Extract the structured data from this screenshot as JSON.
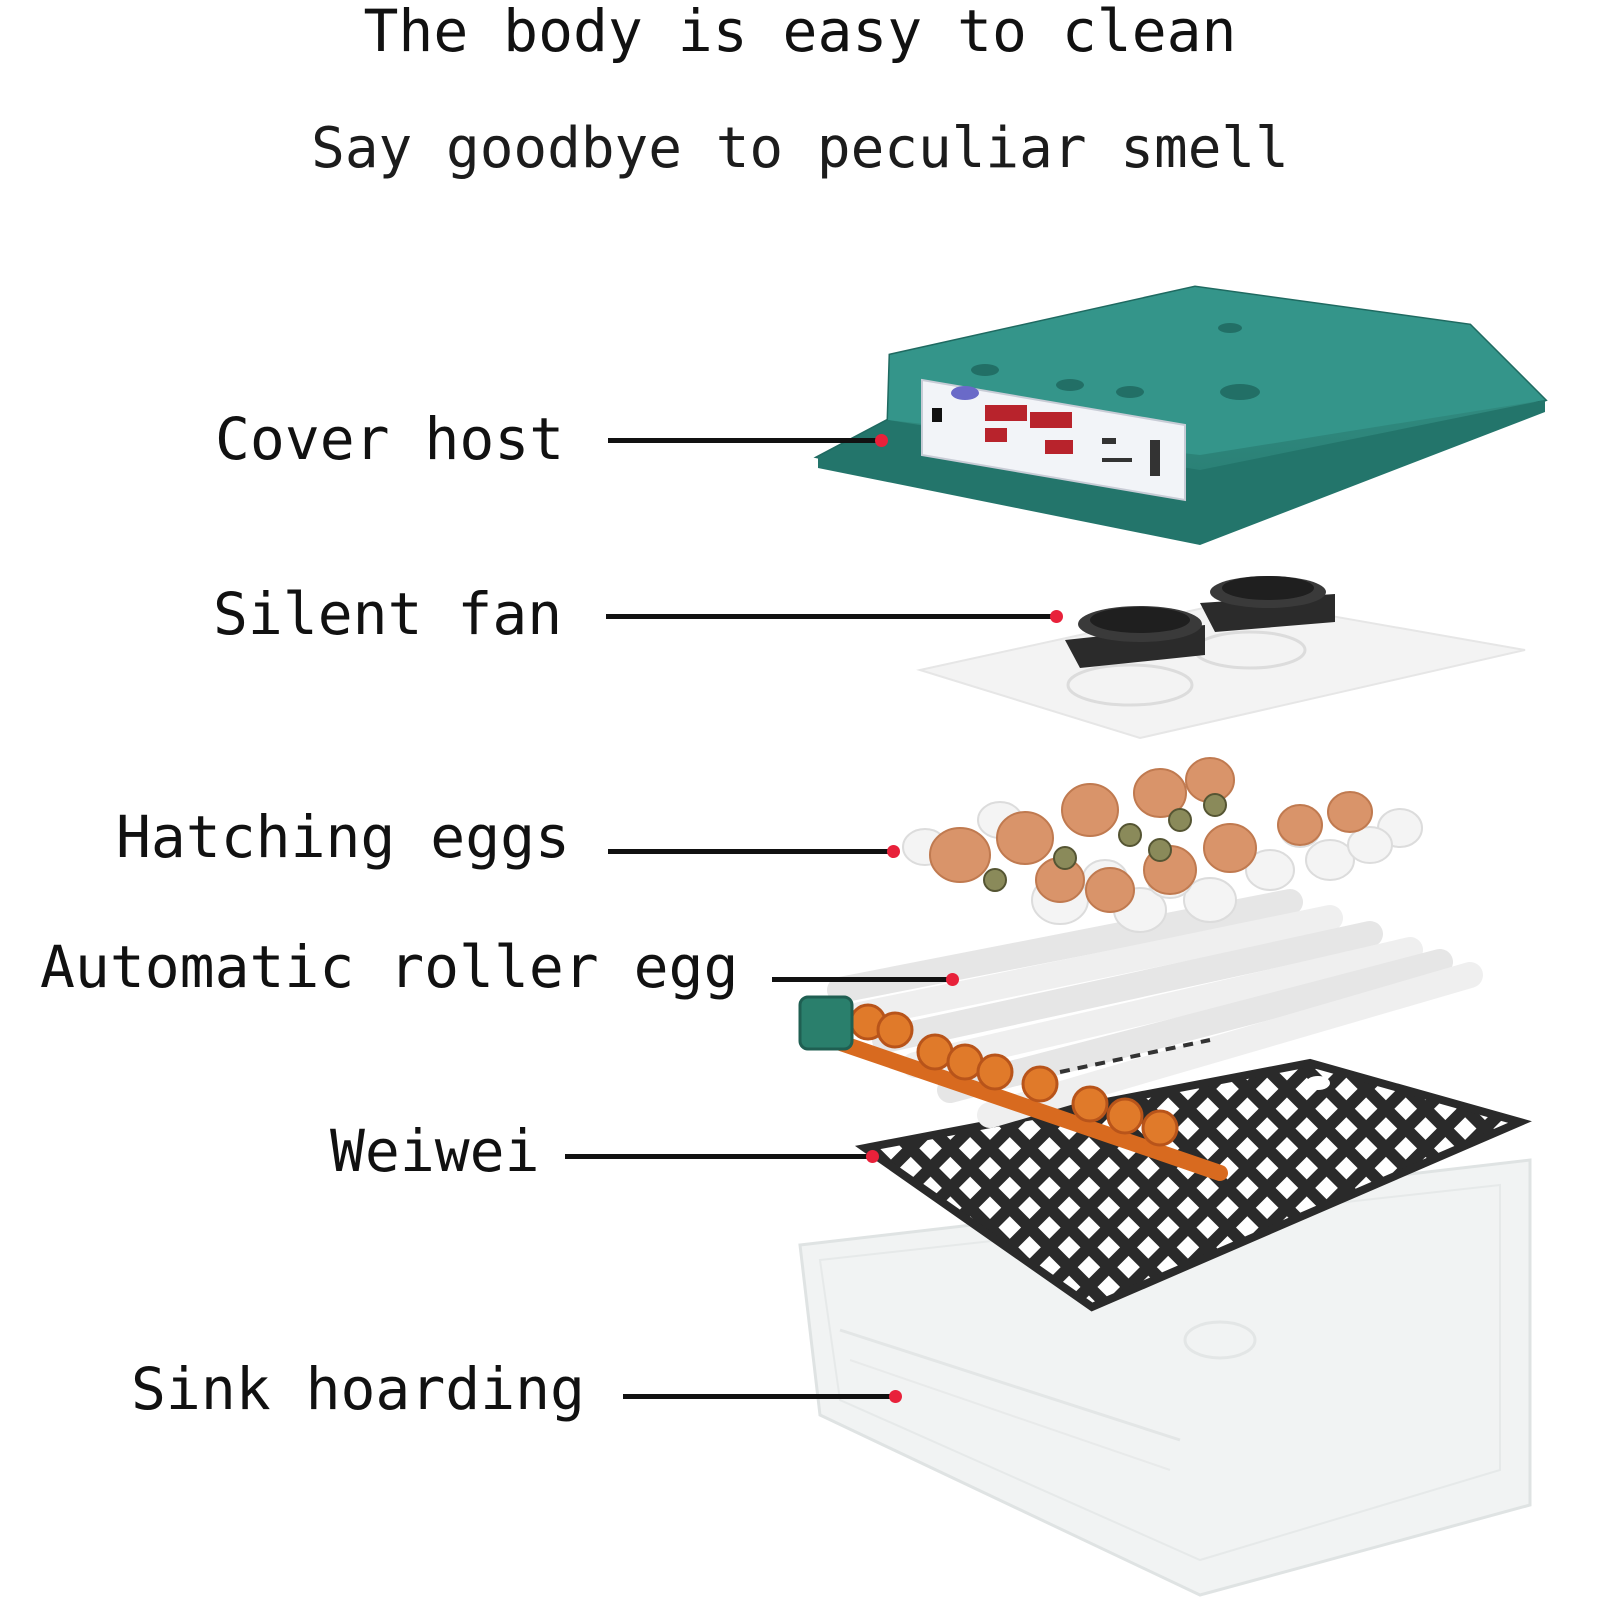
{
  "heading": {
    "title": "The body is easy to clean",
    "subtitle": "Say goodbye to peculiar smell"
  },
  "callouts": [
    {
      "id": "cover-host",
      "label": "Cover host"
    },
    {
      "id": "silent-fan",
      "label": "Silent fan"
    },
    {
      "id": "hatching-eggs",
      "label": "Hatching eggs"
    },
    {
      "id": "automatic-roller-egg",
      "label": "Automatic roller egg"
    },
    {
      "id": "weiwei",
      "label": "Weiwei"
    },
    {
      "id": "sink-hoarding",
      "label": "Sink hoarding"
    }
  ],
  "colors": {
    "cover_teal": "#2e8b80",
    "fan_black": "#2b2b2b",
    "egg_brown": "#d9946a",
    "egg_white": "#f4f4f4",
    "roller_orange": "#d86a1f",
    "grid_black": "#2a2a2a",
    "callout_dot": "#e8213a"
  }
}
